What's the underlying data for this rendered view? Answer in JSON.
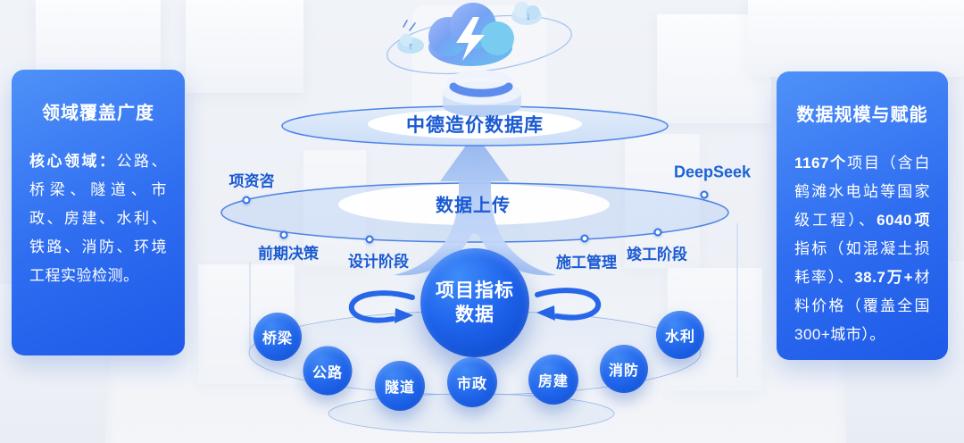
{
  "left_panel": {
    "title": "领域覆盖广度",
    "body_label": "核心领域：",
    "body_text": "公路、桥梁、隧道、市政、房建、水利、铁路、消防、环境工程实验检测。"
  },
  "right_panel": {
    "title": "数据规模与赋能",
    "segments": [
      "1167个",
      "项目（含白鹤滩水电站等国家级工程）、",
      "6040项",
      "指标（如混凝土损耗率）、",
      "38.7万+",
      "材料价格（覆盖全国300+城市）。"
    ]
  },
  "diagram": {
    "database_label": "中德造价数据库",
    "upload_label": "数据上传",
    "center_line1": "项目指标",
    "center_line2": "数据",
    "ai_label": "DeepSeek",
    "stages": [
      "项资咨",
      "前期决策",
      "设计阶段",
      "施工管理",
      "竣工阶段"
    ],
    "bubbles": [
      "桥梁",
      "公路",
      "隧道",
      "市政",
      "房建",
      "消防",
      "水利"
    ]
  },
  "icons": {
    "cloud_ai": "cloud-with-lightning",
    "download_glyph": "↓",
    "upload_glyph": "↑",
    "database": "database-stack",
    "flow_arrow": "up-arrow",
    "sync_arrows": "rotate-arrows"
  },
  "colors": {
    "accent_text_blue": "#1a5ad2",
    "panel_gradient_top": "#4f91f8",
    "panel_gradient_bottom": "#1e5ae8",
    "bubble_blue_light": "#3f85f4",
    "bubble_blue_dark": "#0d4ccb",
    "ring_stroke": "#4d82e4",
    "flow_arrow_fill": "#a9c5f4",
    "cloud_cyan": "#6fc8f0"
  }
}
